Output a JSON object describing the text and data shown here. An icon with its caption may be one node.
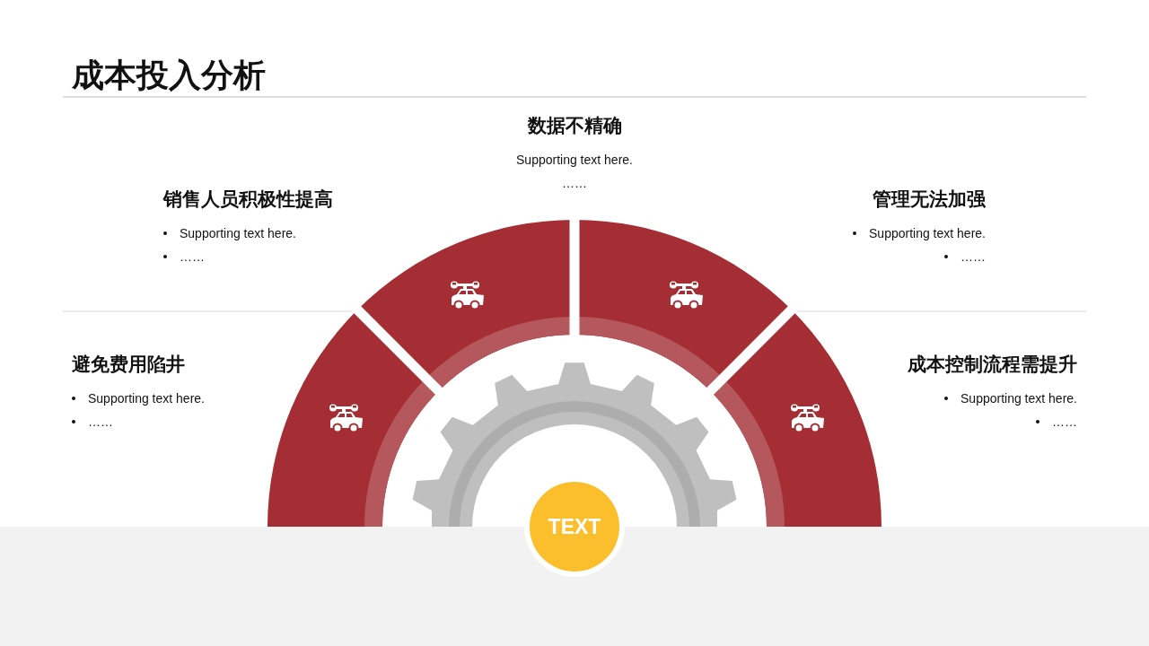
{
  "diagram": {
    "title": "成本投入分析",
    "nodes": [
      {
        "text": [
          "TEXT"
        ]
      }
    ],
    "labels": [
      "数据不精确",
      "Supporting text here.",
      "……",
      "销售人员积极性提高",
      "Supporting text here.",
      "……",
      "管理无法加强",
      "Supporting text here.",
      "……",
      "避免费用陷井",
      "Supporting text here.",
      "……",
      "成本控制流程需提升",
      "Supporting text here.",
      "……"
    ]
  }
}
